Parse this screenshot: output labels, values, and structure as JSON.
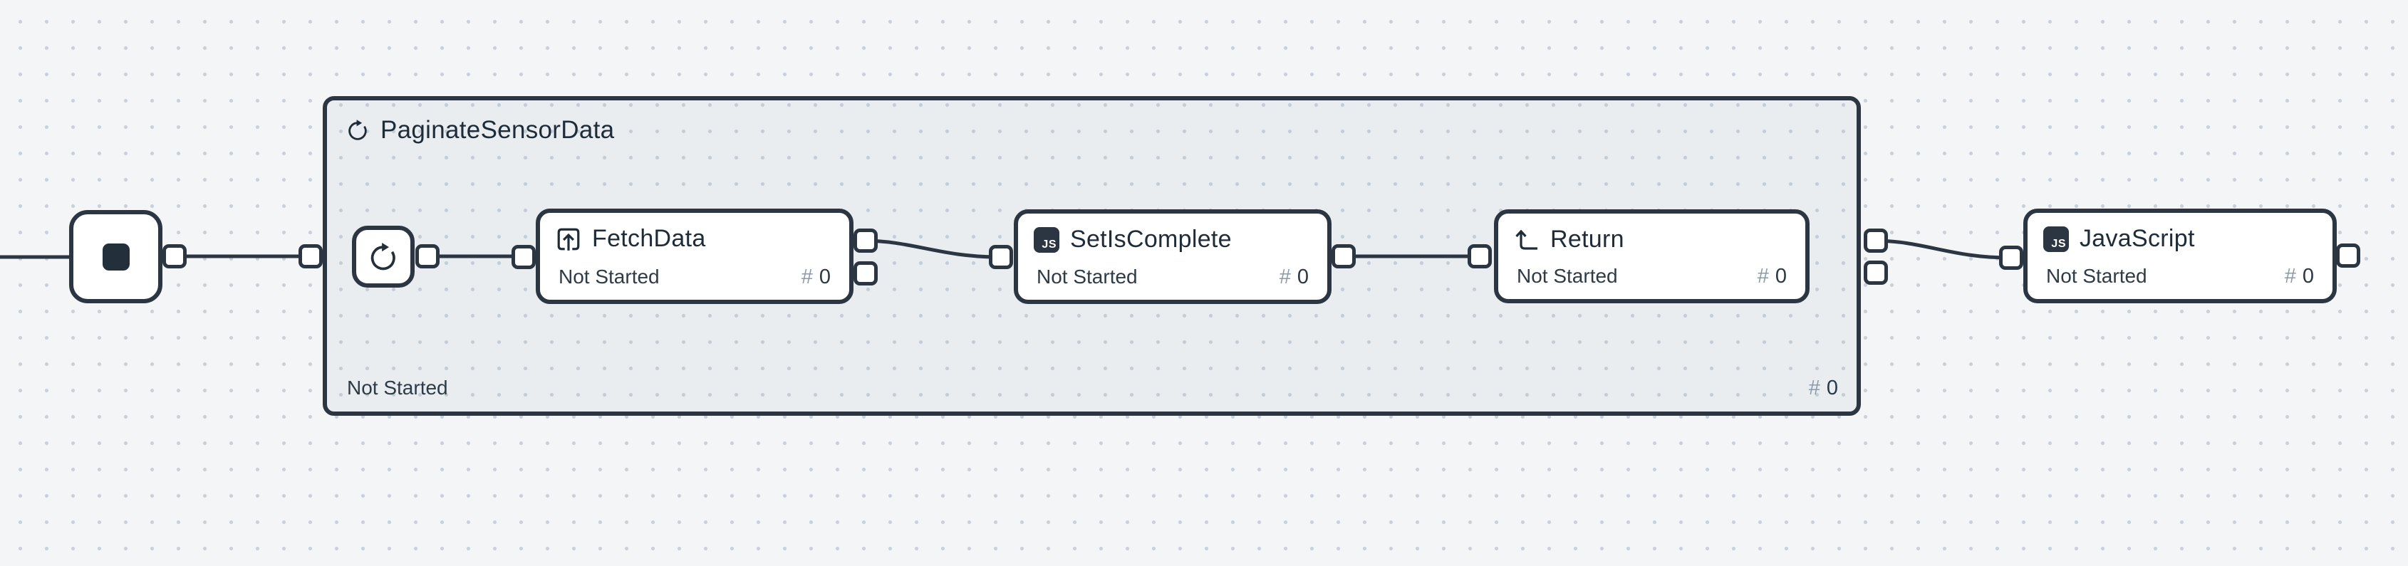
{
  "canvas": {
    "background_color": "#f4f5f6",
    "group_background_color": "#e9edf0",
    "wire_color": "#2b3642",
    "node_border_color": "#2b3642",
    "count_prefix_color": "#8b99a8"
  },
  "group": {
    "title": "PaginateSensorData",
    "icon": "loop-icon",
    "status": "Not Started",
    "count_prefix": "#",
    "count_value": "0"
  },
  "nodes": {
    "start": {
      "icon": "stop-square-icon"
    },
    "loop_start": {
      "icon": "loop-icon"
    },
    "fetch_data": {
      "title": "FetchData",
      "icon": "call-subflow-icon",
      "status": "Not Started",
      "count_prefix": "#",
      "count_value": "0"
    },
    "set_is_complete": {
      "title": "SetIsComplete",
      "icon": "javascript-icon",
      "icon_label": "JS",
      "status": "Not Started",
      "count_prefix": "#",
      "count_value": "0"
    },
    "return": {
      "title": "Return",
      "icon": "return-icon",
      "status": "Not Started",
      "count_prefix": "#",
      "count_value": "0"
    },
    "javascript": {
      "title": "JavaScript",
      "icon": "javascript-icon",
      "icon_label": "JS",
      "status": "Not Started",
      "count_prefix": "#",
      "count_value": "0"
    }
  }
}
